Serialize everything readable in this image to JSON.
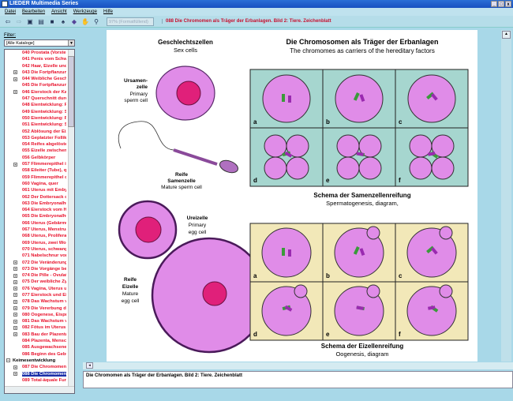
{
  "window": {
    "title": "LIEDER Multimedia Series",
    "min": "_",
    "max": "□",
    "close": "x"
  },
  "menu": [
    "Datei",
    "Bearbeiten",
    "Ansicht",
    "Werkzeuge",
    "Hilfe"
  ],
  "toolbar": {
    "zoom_placeholder": "97% (Formatfüllend)",
    "doc_title": "088 Die Chromomen als Träger der Erbanlagen. Bild 2: Tiere. Zeichenblatt"
  },
  "filter": {
    "label": "Filter:",
    "value": "[Alle Kataloge]"
  },
  "tree": [
    {
      "t": "040 Prostata (Vorstel",
      "e": 0
    },
    {
      "t": "041 Penis vom Schw",
      "e": 0
    },
    {
      "t": "042 Haar, Eizelle unc",
      "e": 0
    },
    {
      "t": "043 Die Fortpflanzun",
      "e": 1
    },
    {
      "t": "044 Weibliche Gesch",
      "e": 1
    },
    {
      "t": "045 Die Fortpflanzun",
      "e": 0
    },
    {
      "t": "046 Eierstock der Ka",
      "e": 1
    },
    {
      "t": "047 Querschnitt durc",
      "e": 0
    },
    {
      "t": "048 Eientwicklung: P",
      "e": 0
    },
    {
      "t": "049 Eientwicklung: S",
      "e": 0
    },
    {
      "t": "050 Eientwicklung: F",
      "e": 0
    },
    {
      "t": "051 Eientwicklung: S",
      "e": 0
    },
    {
      "t": "052 Ablösung der Eiz",
      "e": 0
    },
    {
      "t": "053 Geplatzter Follik",
      "e": 0
    },
    {
      "t": "054 Reifes abgelöste",
      "e": 0
    },
    {
      "t": "055 Eizelle zwischen",
      "e": 0
    },
    {
      "t": "056 Gelbkörper",
      "e": 0
    },
    {
      "t": "057 Flimmerepithel ir",
      "e": 1
    },
    {
      "t": "058 Eileiter (Tube), q",
      "e": 0
    },
    {
      "t": "059 Flimmerepithel di",
      "e": 0
    },
    {
      "t": "060 Vagina, quer",
      "e": 0
    },
    {
      "t": "061 Uterus mit Emby",
      "e": 0
    },
    {
      "t": "062 Der Dottersack c",
      "e": 0
    },
    {
      "t": "063 Die Embryonalhü",
      "e": 0
    },
    {
      "t": "064 Eierstock vom H",
      "e": 0
    },
    {
      "t": "065 Die Embryonalhü",
      "e": 0
    },
    {
      "t": "066 Uterus (Gebärmu",
      "e": 0
    },
    {
      "t": "067 Uterus, Menstrua",
      "e": 0
    },
    {
      "t": "068 Uterus, Proliferal",
      "e": 0
    },
    {
      "t": "069 Uterus, zwei Wo",
      "e": 0
    },
    {
      "t": "070 Uterus, schwang",
      "e": 0
    },
    {
      "t": "071 Nabelschnur von",
      "e": 0
    },
    {
      "t": "072 Die Veränderung",
      "e": 1
    },
    {
      "t": "073 Die Vorgänge be",
      "e": 1
    },
    {
      "t": "074 Die Pille - Ovulat",
      "e": 1
    },
    {
      "t": "075 Der weibliche Zy",
      "e": 1
    },
    {
      "t": "076 Vagina, Uterus u",
      "e": 1
    },
    {
      "t": "077 Eierstock und Ei",
      "e": 1
    },
    {
      "t": "078 Das Wachstum v",
      "e": 1
    },
    {
      "t": "079 Die Vererbung d",
      "e": 1
    },
    {
      "t": "080 Oogenese, Eispr",
      "e": 1
    },
    {
      "t": "081 Das Wachstum v",
      "e": 1
    },
    {
      "t": "082 Fötus im Uterus",
      "e": 1
    },
    {
      "t": "083 Bau der Plazenta",
      "e": 1
    },
    {
      "t": "084 Plazenta, Mensc",
      "e": 0
    },
    {
      "t": "085 Ausgewachsene",
      "e": 0
    },
    {
      "t": "086 Beginn des Gebu",
      "e": 0
    },
    {
      "t": "Keimesentwicklung",
      "e": 2
    },
    {
      "t": "087 Die Chromomen",
      "e": 1
    },
    {
      "t": "088 Die Chromomen",
      "e": 1,
      "sel": true
    },
    {
      "t": "089 Total-äquale Fur",
      "e": 0
    }
  ],
  "figure": {
    "title": "Die Chromosomen als Träger der Erbanlagen",
    "subtitle": "The chromomes as carriers of the hereditary factors",
    "sex_title": "Geschlechtszellen",
    "sex_sub": "Sex cells",
    "ursamen": [
      "Ursamen-",
      "zelle",
      "Primary",
      "sperm cell"
    ],
    "reife_samen": [
      "Reife",
      "Samenzelle",
      "Mature sperm cell"
    ],
    "ureizelle": [
      "Ureizelle",
      "Primary",
      "egg cell"
    ],
    "reife_ei": [
      "Reife",
      "Eizelle",
      "Mature",
      "egg cell"
    ],
    "panel_letters": [
      "a",
      "b",
      "c",
      "d",
      "e",
      "f"
    ],
    "sperm_caption": "Schema der Samenzellenreifung",
    "sperm_caption_en": "Spermatogenesis, diagram,",
    "egg_caption": "Schema der Eizellenreifung",
    "egg_caption_en": "Oogenesis, diagram",
    "colors": {
      "cell": "#e08ce8",
      "nucleus": "#e0207a",
      "sperm_bg": "#a6d6cf",
      "egg_bg": "#f2e8b8"
    }
  },
  "status": "Die Chromomen als Träger der Erbanlagen. Bild 2: Tiere. Zeichenblatt"
}
